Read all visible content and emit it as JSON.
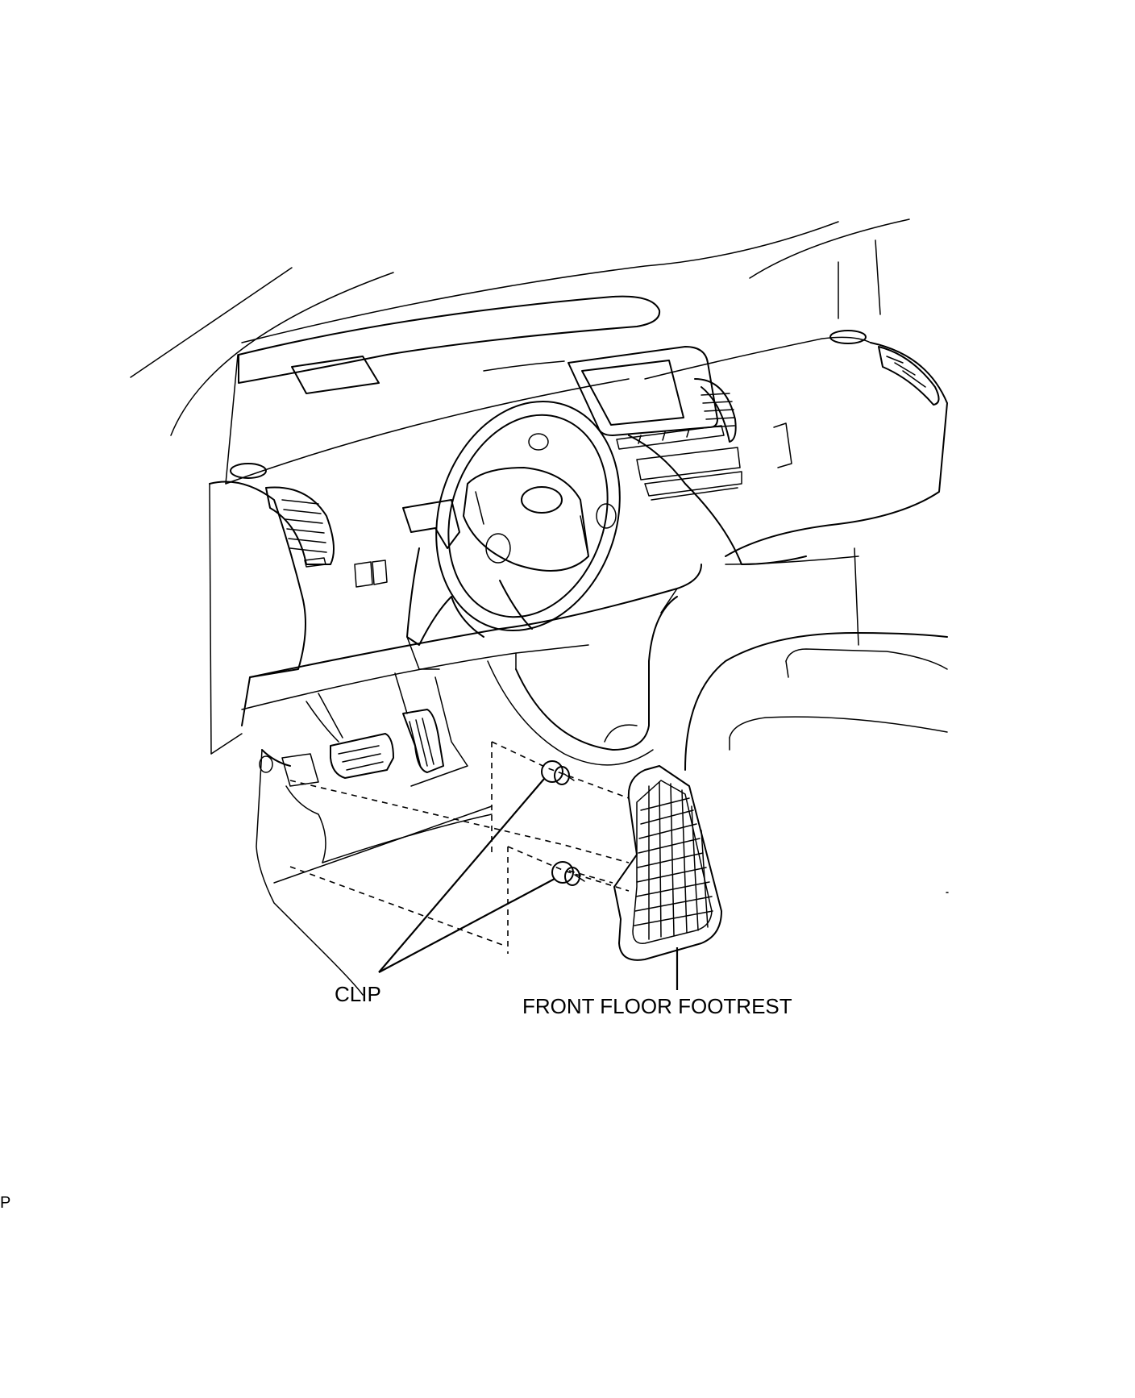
{
  "labels": {
    "clip": "CLIP",
    "footrest": "FRONT FLOOR FOOTREST",
    "corner_mark": "P"
  },
  "colors": {
    "line": "#000000",
    "background": "#ffffff"
  }
}
